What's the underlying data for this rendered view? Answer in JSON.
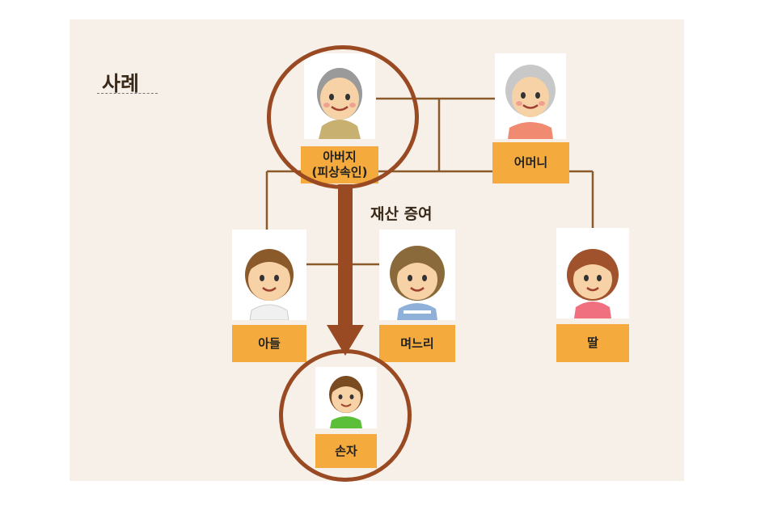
{
  "title": "사례",
  "people": {
    "father": "아버지\n(피상속인)",
    "mother": "어머니",
    "son": "아들",
    "daughter_in_law": "며느리",
    "daughter": "딸",
    "grandson": "손자"
  },
  "arrow_label": "재산 증여",
  "colors": {
    "background": "#f7f0e8",
    "label_fill": "#f4aa3c",
    "line": "#8a5a2a",
    "ring": "#9a4a23",
    "arrow": "#9a4a23"
  }
}
